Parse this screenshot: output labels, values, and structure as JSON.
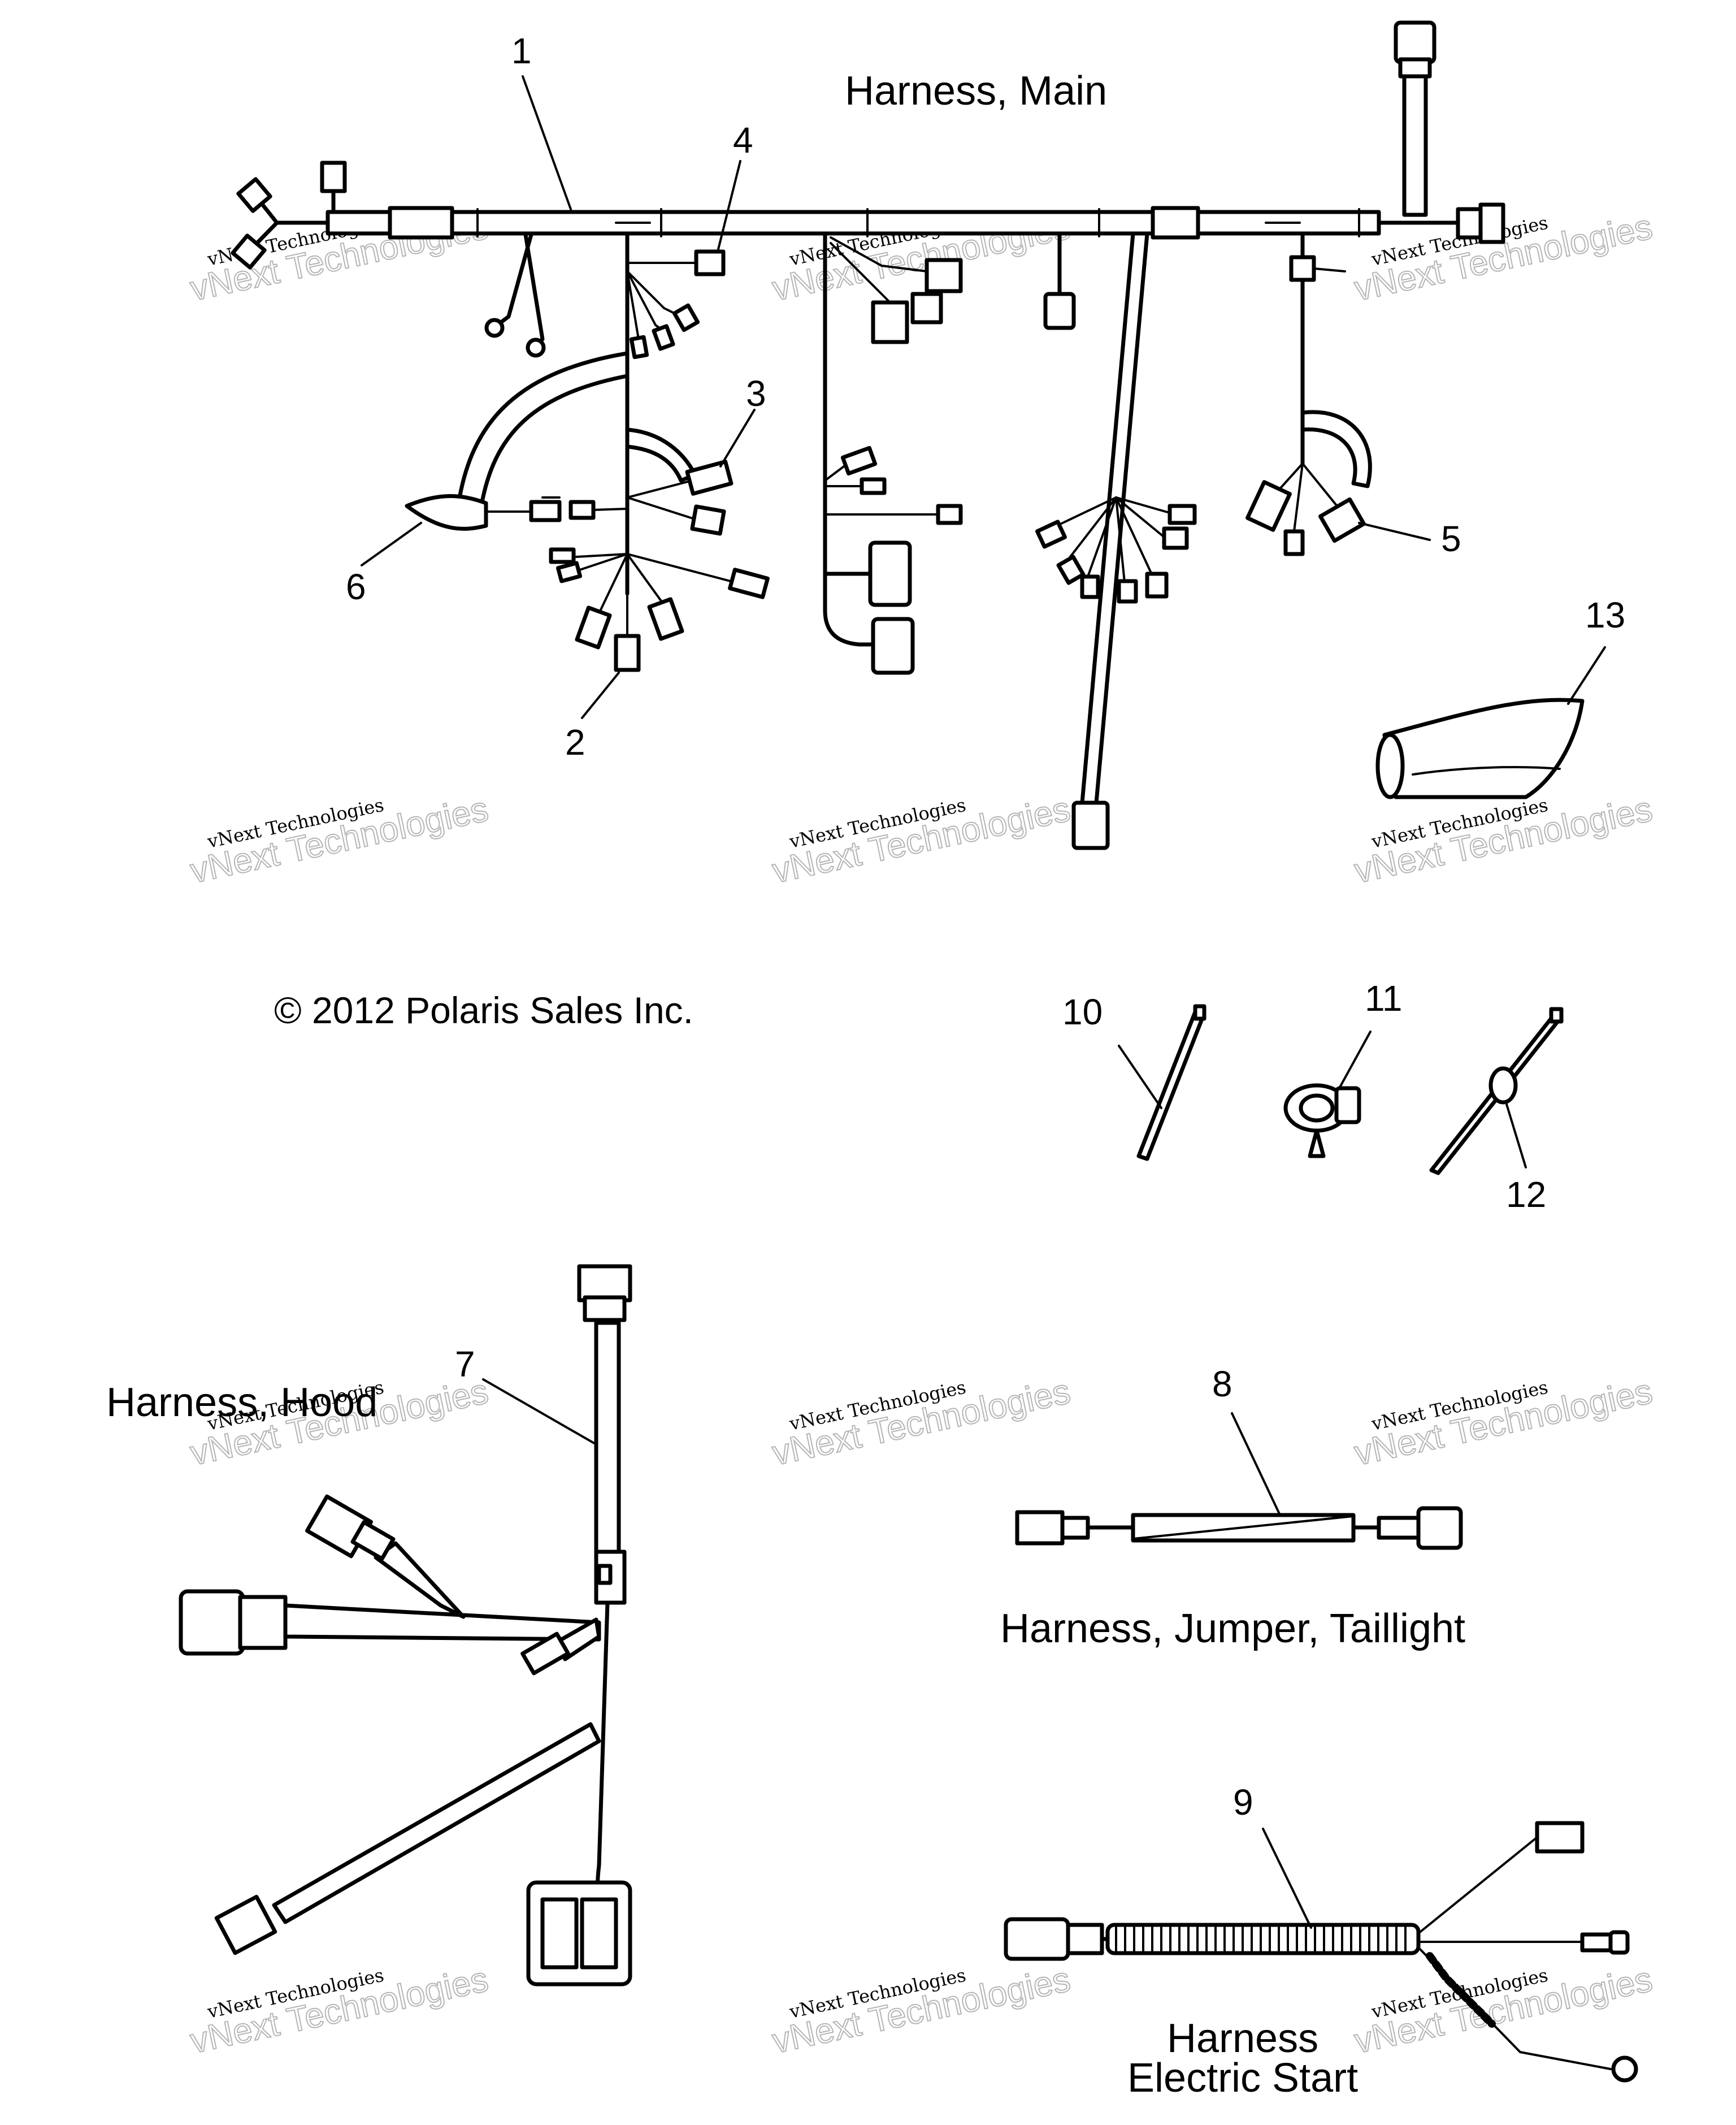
{
  "titles": {
    "main": "Harness, Main",
    "hood": "Harness, Hood",
    "taillight": "Harness, Jumper, Taillight",
    "electric_start_line1": "Harness",
    "electric_start_line2": "Electric Start"
  },
  "copyright": "© 2012 Polaris Sales Inc.",
  "watermark": {
    "line1": "vNext Technologies",
    "line2": "vNext Technologies"
  },
  "callouts": [
    "1",
    "2",
    "3",
    "4",
    "5",
    "6",
    "7",
    "8",
    "9",
    "10",
    "11",
    "12",
    "13"
  ]
}
